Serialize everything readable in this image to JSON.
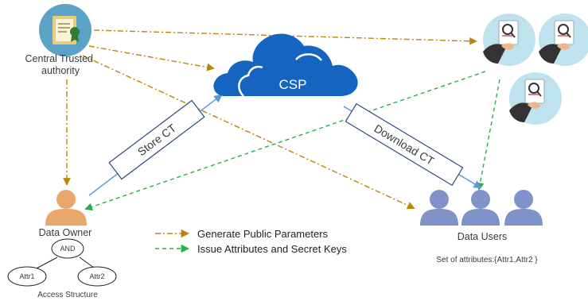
{
  "nodes": {
    "authority": "Central Trusted\nauthority",
    "csp": "CSP",
    "owner": "Data Owner",
    "users": "Data Users",
    "attr_set": "Set of attributes:{Attr1,Attr2 }",
    "access_structure": "Access Structure",
    "and_gate": "AND",
    "attr1": "Attr1",
    "attr2": "Attr2"
  },
  "edges": {
    "store": "Store CT",
    "download": "Download CT"
  },
  "legend": {
    "generate": "Generate Public Parameters",
    "issue": "Issue Attributes and Secret Keys"
  },
  "colors": {
    "gold": "#B8860B",
    "green": "#22B14C",
    "cloud": "#1565C0",
    "blue_arrow": "#5B9BD5",
    "users": "#7F93C8",
    "owner": "#E9A76C",
    "teal": "#BFE3EE"
  },
  "icons": [
    "certificate-icon",
    "cloud-icon",
    "inspector-icon",
    "person-icon"
  ]
}
